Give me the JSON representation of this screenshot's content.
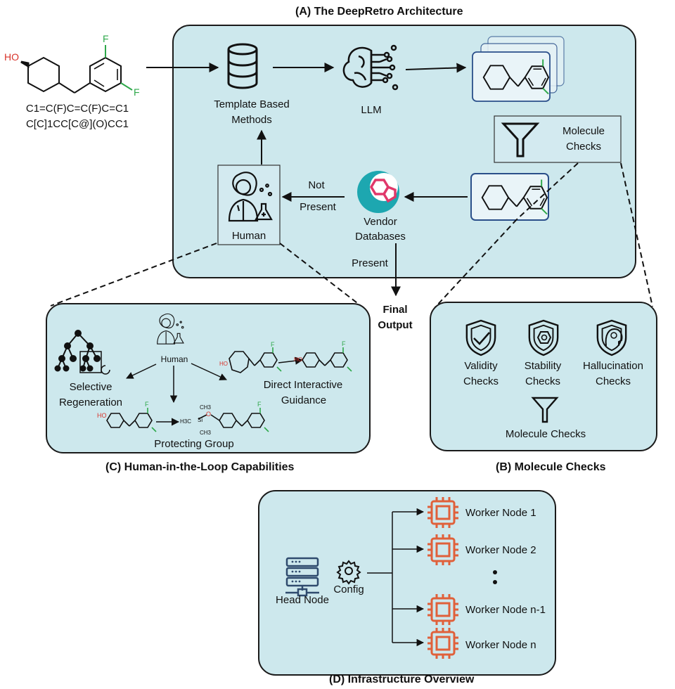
{
  "panels": {
    "a_title": "(A) The DeepRetro Architecture",
    "b_title": "(B) Molecule Checks",
    "c_title": "(C) Human-in-the-Loop Capabilities",
    "d_title": "(D) Infrastructure Overview"
  },
  "input": {
    "smiles_line1": "C1=C(F)C=C(F)C=C1",
    "smiles_line2": "C[C]1CC[C@](O)CC1"
  },
  "architecture": {
    "template_line1": "Template Based",
    "template_line2": "Methods",
    "llm": "LLM",
    "checks_line1": "Molecule",
    "checks_line2": "Checks",
    "human": "Human",
    "not": "Not",
    "present_left": "Present",
    "vendor_line1": "Vendor",
    "vendor_line2": "Databases",
    "present_down": "Present",
    "final_line1": "Final",
    "final_line2": "Output"
  },
  "checks": {
    "validity_line1": "Validity",
    "validity_line2": "Checks",
    "stability_line1": "Stability",
    "stability_line2": "Checks",
    "hallucination_line1": "Hallucination",
    "hallucination_line2": "Checks",
    "footer": "Molecule Checks"
  },
  "hitl": {
    "human": "Human",
    "selective_line1": "Selective",
    "selective_line2": "Regeneration",
    "direct_line1": "Direct Interactive",
    "direct_line2": "Guidance",
    "protecting": "Protecting Group"
  },
  "infra": {
    "head_node": "Head Node",
    "config": "Config",
    "worker1": "Worker Node 1",
    "worker2": "Worker Node 2",
    "worker_n1": "Worker Node n-1",
    "worker_n": "Worker Node n"
  },
  "chem": {
    "fluorine": "F",
    "hydroxyl": "HO",
    "oxygen": "O",
    "silicon": "Si",
    "methyl": "CH3",
    "methyl_left": "H3C"
  },
  "colors": {
    "panel_fill": "#cde8ed",
    "panel_stroke": "#1a1a1a",
    "fluorine": "#2ea84a",
    "oxygen": "#d9342b",
    "chip": "#e0603a",
    "server": "#2f4b6e",
    "vendor_teal": "#1da7b0",
    "vendor_pink": "#e0386a",
    "card_stroke": "#2a4f8a"
  }
}
